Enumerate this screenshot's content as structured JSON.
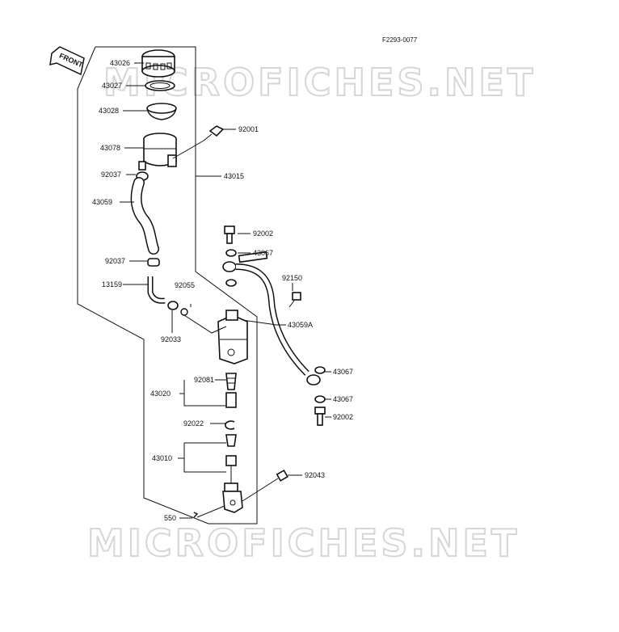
{
  "drawing_code": "F2293-0077",
  "front_arrow_text": "FRONT",
  "watermark_top": "MICROFICHES.NET",
  "watermark_bottom": "MICROFICHES.NET",
  "labels": {
    "p43026": "43026",
    "p43027": "43027",
    "p43028": "43028",
    "p43078": "43078",
    "p92001": "92001",
    "p92037a": "92037",
    "p43015": "43015",
    "p43059": "43059",
    "p92002a": "92002",
    "p43067a": "43067",
    "p92037b": "92037",
    "p92150": "92150",
    "p13159": "13159",
    "p92055": "92055",
    "p43059A": "43059A",
    "p92033": "92033",
    "p43067b": "43067",
    "p92081": "92081",
    "p43020": "43020",
    "p43067c": "43067",
    "p92002b": "92002",
    "p92022": "92022",
    "p43010": "43010",
    "p92043": "92043",
    "p550": "550"
  }
}
